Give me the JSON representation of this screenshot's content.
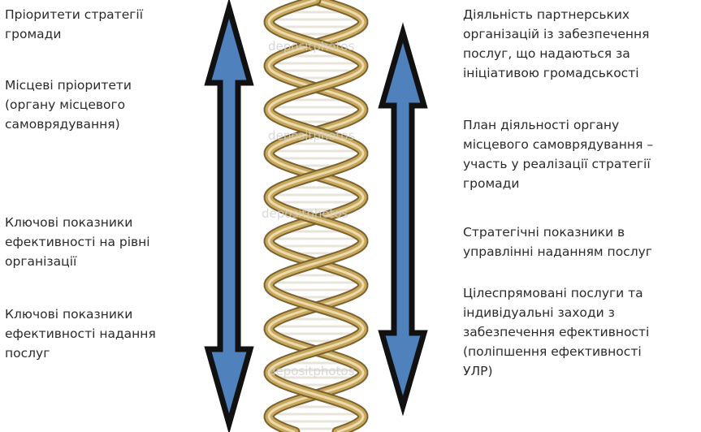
{
  "left_column": [
    {
      "text": "Пріоритети стратегії\nгромади"
    },
    {
      "text": "Місцеві пріоритети\n(органу місцевого\nсамоврядування)"
    },
    {
      "text": "Ключові показники\nефективності на рівні\nорганізації"
    },
    {
      "text": "Ключові показники\nефективності надання\nпослуг"
    }
  ],
  "right_column": [
    {
      "text": "Діяльність партнерських\nорганізацій із забезпечення\nпослуг, що надаються за\nініціативою громадськості"
    },
    {
      "text": "План діяльності органу\nмісцевого самоврядування –\nучасть у реалізації стратегії\nгромади"
    },
    {
      "text": "Стратегічні показники в\nуправлінні наданням послуг"
    },
    {
      "text": "Цілеспрямовані послуги та\nіндивідуальні заходи з\nзабезпечення ефективності\n(поліпшення ефективності\nУЛР)"
    }
  ],
  "watermark": "depositphotos",
  "colors": {
    "arrow_fill": "#4f81bd",
    "arrow_outline": "#111111",
    "helix_gold": "#c9a85c",
    "rung": "#e8e4da"
  },
  "icons": {
    "left_arrow": "double-headed-vertical-arrow",
    "right_arrow": "double-headed-vertical-arrow",
    "center_image": "dna-helix"
  }
}
